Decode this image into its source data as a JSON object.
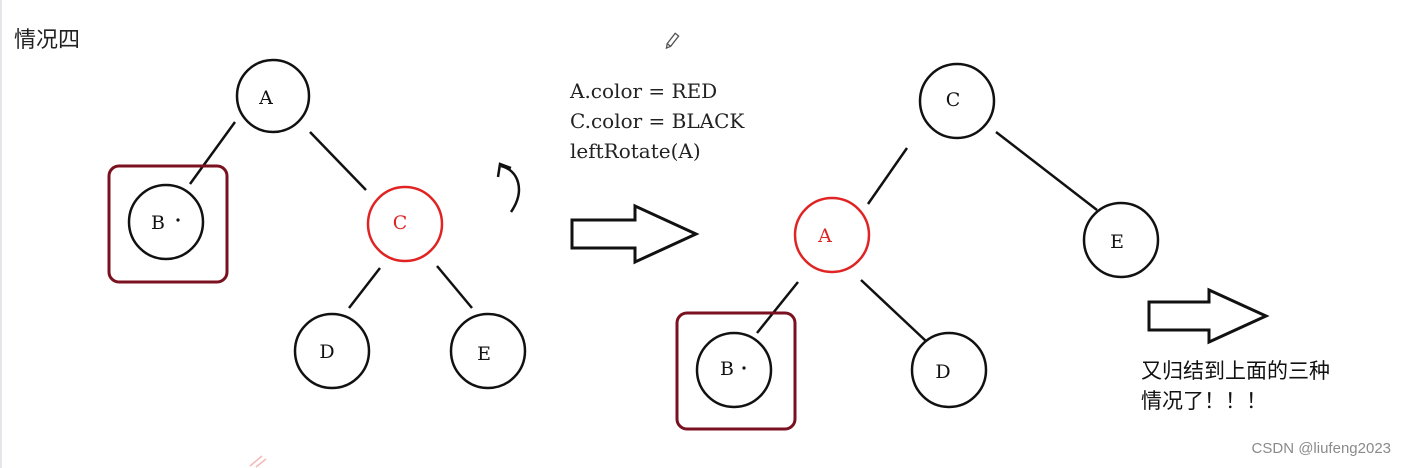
{
  "title": "情况四",
  "code_lines": [
    "A.color = RED",
    "C.color = BLACK",
    "leftRotate(A)"
  ],
  "note_lines": [
    "又归结到上面的三种",
    "情况了！！！"
  ],
  "watermark": "CSDN @liufeng2023",
  "colors": {
    "black": "#111111",
    "red": "#e02424",
    "box": "#7a1020"
  },
  "icons": [
    "pencil-icon",
    "rotate-arrow-icon",
    "right-arrow-icon"
  ],
  "before_tree": {
    "nodes": [
      {
        "id": "A",
        "label": "A",
        "color": "black"
      },
      {
        "id": "B",
        "label": "B",
        "color": "black",
        "marked": true,
        "boxed": true
      },
      {
        "id": "C",
        "label": "C",
        "color": "red"
      },
      {
        "id": "D",
        "label": "D",
        "color": "black"
      },
      {
        "id": "E",
        "label": "E",
        "color": "black"
      }
    ],
    "edges": [
      [
        "A",
        "B"
      ],
      [
        "A",
        "C"
      ],
      [
        "C",
        "D"
      ],
      [
        "C",
        "E"
      ]
    ]
  },
  "after_tree": {
    "nodes": [
      {
        "id": "C",
        "label": "C",
        "color": "black"
      },
      {
        "id": "A",
        "label": "A",
        "color": "red"
      },
      {
        "id": "E",
        "label": "E",
        "color": "black"
      },
      {
        "id": "B",
        "label": "B",
        "color": "black",
        "marked": true,
        "boxed": true
      },
      {
        "id": "D",
        "label": "D",
        "color": "black"
      }
    ],
    "edges": [
      [
        "C",
        "A"
      ],
      [
        "C",
        "E"
      ],
      [
        "A",
        "B"
      ],
      [
        "A",
        "D"
      ]
    ]
  }
}
